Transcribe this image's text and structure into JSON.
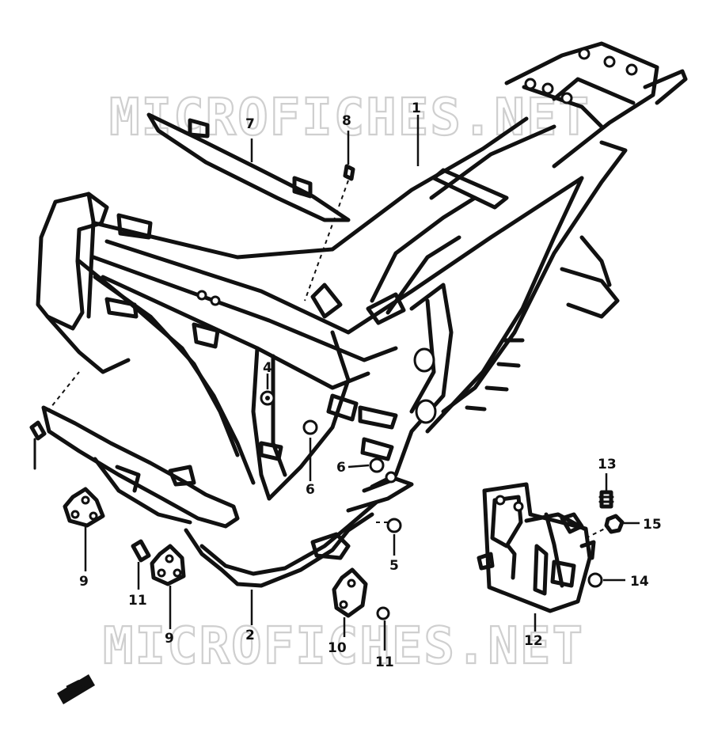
{
  "watermarks": [
    "MICROFICHES.NET",
    "MICROFICHES.NET"
  ],
  "callouts": [
    {
      "id": "c1",
      "label": "1"
    },
    {
      "id": "c2",
      "label": "2"
    },
    {
      "id": "c4",
      "label": "4"
    },
    {
      "id": "c5",
      "label": "5"
    },
    {
      "id": "c6a",
      "label": "6"
    },
    {
      "id": "c6b",
      "label": "6"
    },
    {
      "id": "c7",
      "label": "7"
    },
    {
      "id": "c8",
      "label": "8"
    },
    {
      "id": "c9a",
      "label": "9"
    },
    {
      "id": "c9b",
      "label": "9"
    },
    {
      "id": "c10",
      "label": "10"
    },
    {
      "id": "c11a",
      "label": "11"
    },
    {
      "id": "c11b",
      "label": "11"
    },
    {
      "id": "c12",
      "label": "12"
    },
    {
      "id": "c13",
      "label": "13"
    },
    {
      "id": "c14",
      "label": "14"
    },
    {
      "id": "c15",
      "label": "15"
    }
  ]
}
